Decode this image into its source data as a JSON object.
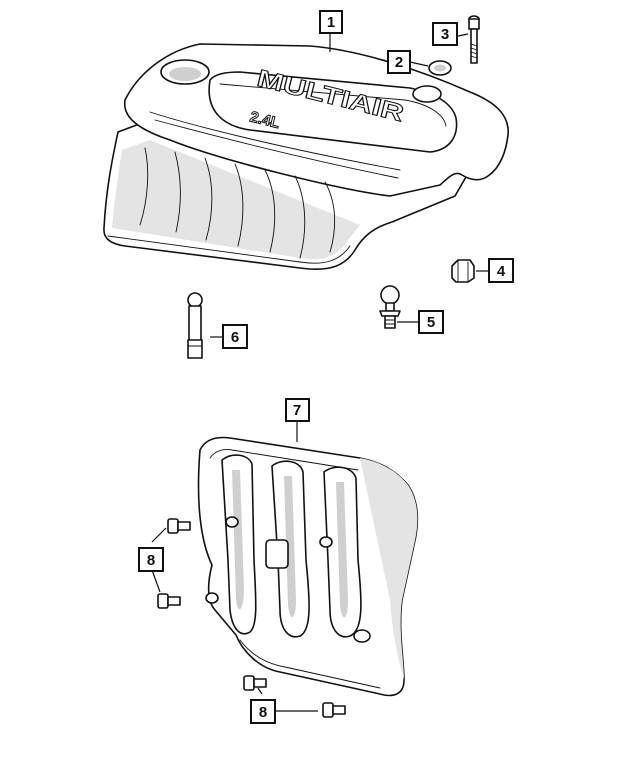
{
  "callouts": [
    "1",
    "2",
    "3",
    "4",
    "5",
    "6",
    "7",
    "8",
    "8"
  ],
  "cover_emboss": {
    "brand": "MULTIAIR",
    "displacement": "2.4L"
  }
}
